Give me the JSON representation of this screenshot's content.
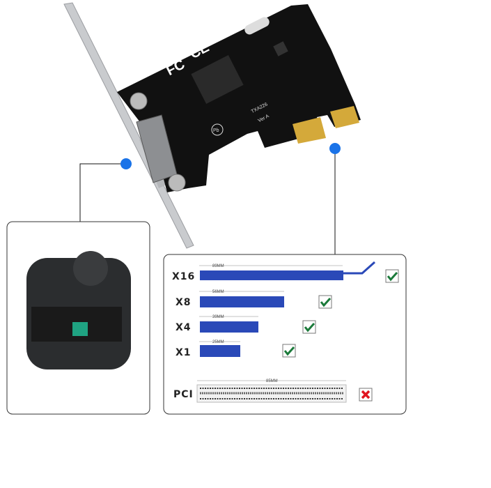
{
  "board": {
    "marks": {
      "fcc": "FC",
      "ce": "CE",
      "model": "TXA226",
      "version": "Ver A",
      "lead_free": "Pb"
    }
  },
  "slots": [
    {
      "label": "X16",
      "length": "89MM",
      "compatible": true
    },
    {
      "label": "X8",
      "length": "56MM",
      "compatible": true
    },
    {
      "label": "X4",
      "length": "39MM",
      "compatible": true
    },
    {
      "label": "X1",
      "length": "25MM",
      "compatible": true
    },
    {
      "label": "PCI",
      "length": "85MM",
      "compatible": false
    }
  ],
  "colors": {
    "pcie_slot": "#2a49b8",
    "callout_dot": "#1a73e8",
    "check": "#1b7a3a",
    "cross": "#e0141e",
    "pcb": "#111111",
    "gold": "#d4a93a"
  }
}
